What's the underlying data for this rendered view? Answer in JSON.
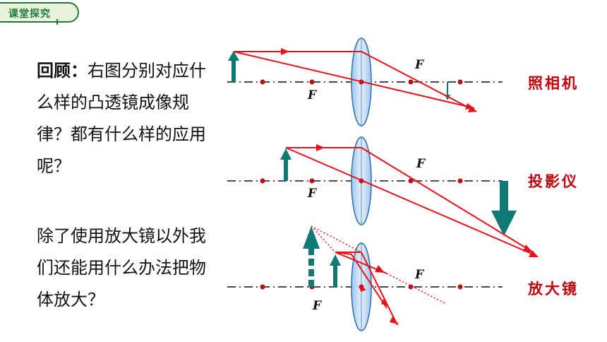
{
  "section_tag": "课堂探究",
  "question1": {
    "lead": "回顾：",
    "text": "右图分别对应什么样的凸透镜成像规律？都有什么样的应用呢？"
  },
  "question2": {
    "text": "除了使用放大镜以外我们还能用什么办法把物体放大？"
  },
  "applications": [
    "照相机",
    "投影仪",
    "放大镜"
  ],
  "focus_label": "F",
  "colors": {
    "ray": "#e8111a",
    "arrow": "#0f7a74",
    "axis": "#111111",
    "focal_point": "#b5121b",
    "lens_edge": "#2b6fb4",
    "lens_fill": "#bcd8f1",
    "label": "#c0000a",
    "tag_border": "#1f7a3c",
    "tag_fill": "#e8f3da"
  }
}
